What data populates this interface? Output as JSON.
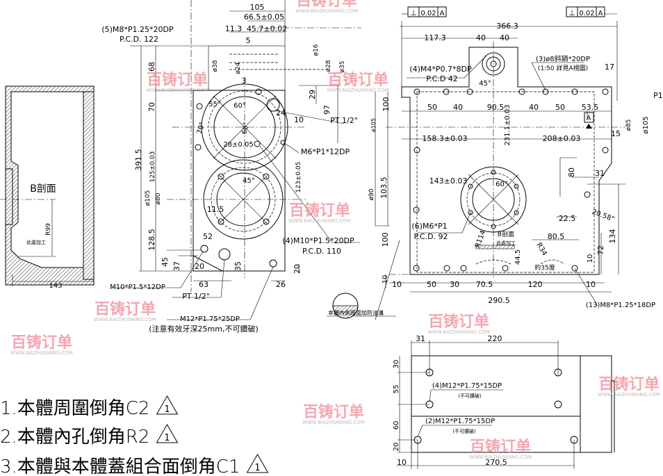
{
  "section_b": {
    "title": "B剖面",
    "radius": "R99",
    "machining_note": "此處加工",
    "width": "143"
  },
  "front_view": {
    "d105": "105",
    "d66_5": "66.5±0.05",
    "d11_3": "11.3",
    "d45_7": "45.7±0.02",
    "d5": "5",
    "dia16": "ø16",
    "dia38": "ø38",
    "dia24": "ø24",
    "dia28": "ø28",
    "dia35": "ø35",
    "d3": "3",
    "d68": "68",
    "d70": "70",
    "d391_5": "391.5",
    "d125": "125±0.03",
    "d29": "29",
    "d97": "97",
    "d24": "24",
    "d10": "10",
    "pt_top": "PT 1/2\"",
    "m6": "M6*P1*12DP",
    "d28": "28±0.05",
    "a55": "55°",
    "a60a": "60°",
    "a70": "70°",
    "a60b": "60°",
    "m8_note": "(5)M8*P1.25*20DP",
    "pcd122": "P.C.D. 122",
    "d123": "123±0.05",
    "a45": "45°",
    "dia105": "ø105",
    "dia80": "ø80",
    "d11_5": "11.5",
    "d128_5": "128.5",
    "m10_note": "(4)M10*P1.5*20DP",
    "pcd110": "P.C.D. 110",
    "d52": "52",
    "d45": "45",
    "d37": "37",
    "d20a": "20",
    "d35": "35",
    "d20b": "20",
    "m10_12": "M10*P1.5*12DP",
    "d63": "63",
    "d26": "26",
    "pt_bottom": "PT 1/2\"",
    "m12_25": "M12*P1.75*25DP",
    "m12_note": "(注意有效牙深25mm,不可鑽破)"
  },
  "side_view": {
    "tol_left": {
      "symbol": "⊥",
      "value": "0.02",
      "datum": "A"
    },
    "tol_right": {
      "symbol": "⊥",
      "value": "0.02",
      "datum": "A"
    },
    "d366_3": "366.3",
    "d117_3": "117.3",
    "d40a": "40",
    "d40b": "40",
    "m4_note": "(4)M4*P0.7*8DP",
    "pcd42": "P.C.D 42",
    "a45": "45°",
    "pin_note": "(3)ø8斜銷*20DP",
    "pin_sub": "(1:50 詳見A視圖)",
    "d17": "17",
    "p1": "P1",
    "r50": "50",
    "r40a": "40",
    "r90_5": "90.5",
    "r40b": "40",
    "r50b": "50",
    "r53_5": "53.5",
    "d100a": "100",
    "dia105l": "ø105",
    "d231_1": "231.1±0.03",
    "datum_a": "A",
    "d158_3": "158.3±0.03",
    "d208": "208±0.03",
    "d15": "15",
    "dia85": "ø85",
    "dia105r": "ø105",
    "d80": "80",
    "d31": "31",
    "d103_5": "103.5",
    "d143": "143±0.03",
    "a60": "60°",
    "dia90": "ø90",
    "d22_5": "22.5",
    "a20_58": "20.58°",
    "m6_note": "(6)M6*P1",
    "pcd92": "P.C.D. 92",
    "d80_5": "80.5",
    "d134": "134",
    "bsec": "B剖面",
    "bnote": "此處加工",
    "r114": "R114",
    "d100b": "100",
    "r34": "R34",
    "d72": "72",
    "d44_5": "44.5",
    "approx35": "約35度",
    "d10v": "10",
    "d10left": "10",
    "b10a": "10",
    "b50": "50",
    "b30": "30",
    "b70_5": "70.5",
    "b120": "120",
    "b10b": "10",
    "d290_5": "290.5",
    "m8_note": "(13)M8*P1.25*18DP",
    "groove_note": "本體內側周圍加防油溝"
  },
  "bottom_view": {
    "d31": "31",
    "d220": "220",
    "d30": "30",
    "d55": "55",
    "d60": "60",
    "d20": "20",
    "m12_4": "(4)M12*P1.75*15DP",
    "no_drill_a": "(不可鑽破)",
    "m12_2": "(2)M12*P1.75*15DP",
    "no_drill_b": "(不可鑽破)",
    "d10": "10",
    "d270_5": "270.5"
  },
  "notes": [
    {
      "text": "1.本體周圍倒角C2",
      "rev": "1"
    },
    {
      "text": "2.本體內孔倒角R2",
      "rev": "1"
    },
    {
      "text": "3.本體與本體蓋組合面倒角C1",
      "rev": "1"
    }
  ],
  "watermark": {
    "brand": "百铸订单",
    "url": "WWW.BAIZHUWANG.COM",
    "color": "#f08a98"
  }
}
